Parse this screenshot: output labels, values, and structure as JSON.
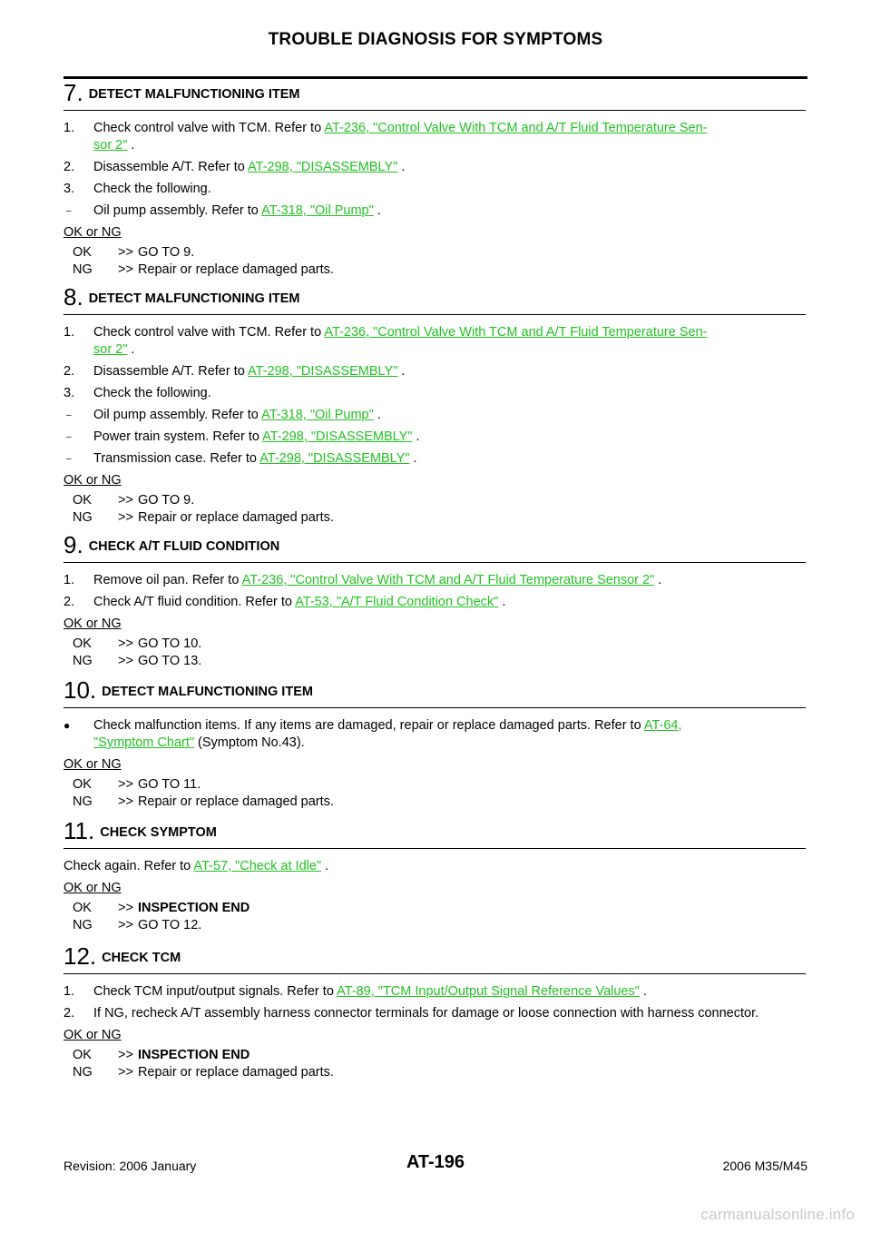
{
  "header": {
    "title": "TROUBLE DIAGNOSIS FOR SYMPTOMS"
  },
  "sections": [
    {
      "num": "7.",
      "title": "DETECT MALFUNCTIONING ITEM",
      "s1": {
        "n": "1.",
        "pre": "Check control valve with TCM. Refer to ",
        "link": "AT-236, \"Control Valve With TCM and A/T Fluid Temperature Sen-",
        "link2": "sor 2\"",
        "post": " ."
      },
      "s2": {
        "n": "2.",
        "pre": "Disassemble A/T. Refer to ",
        "link": "AT-298, \"DISASSEMBLY\"",
        "post": " ."
      },
      "s3": {
        "n": "3.",
        "text": "Check the following."
      },
      "d1": {
        "dash": "–",
        "pre": "Oil pump assembly. Refer to ",
        "link": "AT-318, \"Oil Pump\"",
        "post": " ."
      },
      "okng": "OK or NG",
      "ok": {
        "k": "OK",
        "arr": ">>",
        "v": "GO TO 9."
      },
      "ng": {
        "k": "NG",
        "arr": ">>",
        "v": "Repair or replace damaged parts."
      }
    },
    {
      "num": "8.",
      "title": "DETECT MALFUNCTIONING ITEM",
      "s1": {
        "n": "1.",
        "pre": "Check control valve with TCM. Refer to ",
        "link": "AT-236, \"Control Valve With TCM and A/T Fluid Temperature Sen-",
        "link2": "sor 2\"",
        "post": " ."
      },
      "s2": {
        "n": "2.",
        "pre": "Disassemble A/T. Refer to ",
        "link": "AT-298, \"DISASSEMBLY\"",
        "post": " ."
      },
      "s3": {
        "n": "3.",
        "text": "Check the following."
      },
      "d1": {
        "dash": "–",
        "pre": "Oil pump assembly. Refer to ",
        "link": "AT-318, \"Oil Pump\"",
        "post": " ."
      },
      "d2": {
        "dash": "–",
        "pre": "Power train system. Refer to ",
        "link": "AT-298, \"DISASSEMBLY\"",
        "post": " ."
      },
      "d3": {
        "dash": "–",
        "pre": "Transmission case. Refer to ",
        "link": "AT-298, \"DISASSEMBLY\"",
        "post": " ."
      },
      "okng": "OK or NG",
      "ok": {
        "k": "OK",
        "arr": ">>",
        "v": "GO TO 9."
      },
      "ng": {
        "k": "NG",
        "arr": ">>",
        "v": "Repair or replace damaged parts."
      }
    },
    {
      "num": "9.",
      "title": "CHECK A/T FLUID CONDITION",
      "s1": {
        "n": "1.",
        "pre": "Remove oil pan. Refer to ",
        "link": "AT-236, \"Control Valve With TCM and A/T Fluid Temperature Sensor 2\"",
        "post": " ."
      },
      "s2": {
        "n": "2.",
        "pre": "Check A/T fluid condition. Refer to ",
        "link": "AT-53, \"A/T Fluid Condition Check\"",
        "post": " ."
      },
      "okng": "OK or NG",
      "ok": {
        "k": "OK",
        "arr": ">>",
        "v": "GO TO 10."
      },
      "ng": {
        "k": "NG",
        "arr": ">>",
        "v": "GO TO 13."
      }
    },
    {
      "num": "10.",
      "title": "DETECT MALFUNCTIONING ITEM",
      "b1": {
        "bullet": "●",
        "pre": "Check malfunction items. If any items are damaged, repair or replace damaged parts. Refer to ",
        "link": "AT-64,",
        "link2": "\"Symptom Chart\"",
        "post": " (Symptom No.43)."
      },
      "okng": "OK or NG",
      "ok": {
        "k": "OK",
        "arr": ">>",
        "v": "GO TO 11."
      },
      "ng": {
        "k": "NG",
        "arr": ">>",
        "v": "Repair or replace damaged parts."
      }
    },
    {
      "num": "11.",
      "title": "CHECK SYMPTOM",
      "p1": {
        "pre": "Check again. Refer to ",
        "link": "AT-57, \"Check at Idle\"",
        "post": " ."
      },
      "okng": "OK or NG",
      "ok": {
        "k": "OK",
        "arr": ">>",
        "v": "INSPECTION END"
      },
      "ng": {
        "k": "NG",
        "arr": ">>",
        "v": "GO TO 12."
      }
    },
    {
      "num": "12.",
      "title": "CHECK TCM",
      "s1": {
        "n": "1.",
        "pre": "Check TCM input/output signals. Refer to ",
        "link": "AT-89, \"TCM Input/Output Signal Reference Values\"",
        "post": " ."
      },
      "s2": {
        "n": "2.",
        "text": "If NG, recheck A/T assembly harness connector terminals for damage or loose connection with harness connector."
      },
      "okng": "OK or NG",
      "ok": {
        "k": "OK",
        "arr": ">>",
        "v": "INSPECTION END"
      },
      "ng": {
        "k": "NG",
        "arr": ">>",
        "v": "Repair or replace damaged parts."
      }
    }
  ],
  "footer": {
    "revision": "Revision: 2006 January",
    "page": "AT-196",
    "model": "2006 M35/M45"
  },
  "watermark": "carmanualsonline.info"
}
